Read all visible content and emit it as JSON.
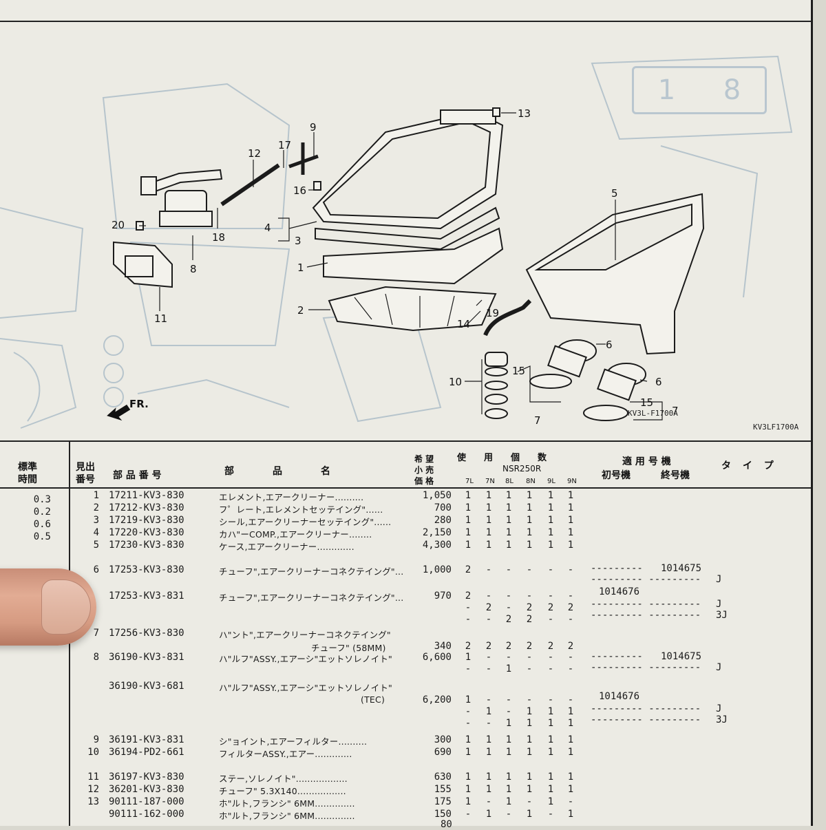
{
  "sheet": {
    "page_marks": [
      "1",
      "8"
    ]
  },
  "diagram": {
    "callouts": [
      "13",
      "9",
      "17",
      "12",
      "16",
      "4",
      "3",
      "1",
      "2",
      "5",
      "20",
      "18",
      "8",
      "11",
      "19",
      "14",
      "6",
      "10",
      "15",
      "7",
      "6",
      "15",
      "7"
    ],
    "front_label": "FR.",
    "code": "KV3L-F1700A",
    "code_margin": "KV3LF1700A"
  },
  "table": {
    "headers": {
      "std_time": "標準\n時間",
      "ref_no": "見出\n番号",
      "part_no": "部 品 番 号",
      "part_name": "部　　　　品　　　　名",
      "price_1": "希 望",
      "price_2": "小 売",
      "price_3": "価 格",
      "usage": "使　　用　　個　　数",
      "model": "NSR250R",
      "variants": [
        "7L",
        "7N",
        "8L",
        "8N",
        "9L",
        "9N"
      ],
      "applicable": "適 用 号 機",
      "first": "初号機",
      "last": "終号機",
      "type": "タ イ プ"
    },
    "labor_times": [
      "0.3",
      "0.2",
      "0.6",
      "0.5"
    ],
    "rows": [
      {
        "ref": "1",
        "pno": "17211-KV3-830",
        "name": "エレメント,エアークリーナー..........",
        "price": "1,050",
        "qty": [
          "1",
          "1",
          "1",
          "1",
          "1",
          "1"
        ]
      },
      {
        "ref": "2",
        "pno": "17212-KV3-830",
        "name": "フ゜レート,エレメントセッテイング\"......",
        "price": "700",
        "qty": [
          "1",
          "1",
          "1",
          "1",
          "1",
          "1"
        ]
      },
      {
        "ref": "3",
        "pno": "17219-KV3-830",
        "name": "シール,エアークリーナーセッテイング\"......",
        "price": "280",
        "qty": [
          "1",
          "1",
          "1",
          "1",
          "1",
          "1"
        ]
      },
      {
        "ref": "4",
        "pno": "17220-KV3-830",
        "name": "カハ\"ーCOMP.,エアークリーナー........",
        "price": "2,150",
        "qty": [
          "1",
          "1",
          "1",
          "1",
          "1",
          "1"
        ]
      },
      {
        "ref": "5",
        "pno": "17230-KV3-830",
        "name": "ケース,エアークリーナー.............",
        "price": "4,300",
        "qty": [
          "1",
          "1",
          "1",
          "1",
          "1",
          "1"
        ]
      },
      {
        "ref": "6",
        "pno": "17253-KV3-830",
        "name": "チューフ\",エアークリーナーコネクテイング\"...",
        "price": "1,000",
        "qty": [
          "2",
          "-",
          "-",
          "-",
          "-",
          "-"
        ]
      },
      {
        "ref": "",
        "pno": "17253-KV3-831",
        "name": "チューフ\",エアークリーナーコネクテイング\"...",
        "price": "970",
        "qty": [
          "2",
          "-",
          "-",
          "-",
          "-",
          "-"
        ]
      },
      {
        "ref": "7",
        "pno": "17256-KV3-830",
        "name": "ハ\"ント\",エアークリーナーコネクテイング\"",
        "name2": "チューフ\" (58MM)",
        "price": "340",
        "qty": [
          "2",
          "2",
          "2",
          "2",
          "2",
          "2"
        ]
      },
      {
        "ref": "8",
        "pno": "36190-KV3-831",
        "name": "ハ\"ルフ\"ASSY.,エアーシ\"エットソレノイト\"",
        "price": "6,600",
        "qty": [
          "1",
          "-",
          "-",
          "-",
          "-",
          "-"
        ]
      },
      {
        "ref": "",
        "pno": "36190-KV3-681",
        "name": "ハ\"ルフ\"ASSY.,エアーシ\"エットソレノイト\"",
        "name2": "(TEC)",
        "price": "6,200",
        "qty": [
          "1",
          "-",
          "-",
          "-",
          "-",
          "-"
        ]
      },
      {
        "ref": "9",
        "pno": "36191-KV3-831",
        "name": "シ\"ョイント,エアーフィルター..........",
        "price": "300",
        "qty": [
          "1",
          "1",
          "1",
          "1",
          "1",
          "1"
        ]
      },
      {
        "ref": "10",
        "pno": "36194-PD2-661",
        "name": "フィルターASSY.,エアー.............",
        "price": "690",
        "qty": [
          "1",
          "1",
          "1",
          "1",
          "1",
          "1"
        ]
      },
      {
        "ref": "11",
        "pno": "36197-KV3-830",
        "name": "ステー,ソレノイト\"..................",
        "price": "630",
        "qty": [
          "1",
          "1",
          "1",
          "1",
          "1",
          "1"
        ]
      },
      {
        "ref": "12",
        "pno": "36201-KV3-830",
        "name": "チューフ\" 5.3X140.................",
        "price": "155",
        "qty": [
          "1",
          "1",
          "1",
          "1",
          "1",
          "1"
        ]
      },
      {
        "ref": "13",
        "pno": "90111-187-000",
        "name": "ホ\"ルト,フランシ\" 6MM..............",
        "price": "175",
        "qty": [
          "1",
          "-",
          "1",
          "-",
          "1",
          "-"
        ]
      },
      {
        "ref": "",
        "pno": "90111-162-000",
        "name": "ホ\"ルト,フランシ\" 6MM..............",
        "price": "150",
        "qty": [
          "-",
          "1",
          "-",
          "1",
          "-",
          "1"
        ]
      }
    ],
    "extra_qty": {
      "r6b": [
        "-",
        "2",
        "-",
        "2",
        "2",
        "2"
      ],
      "r6c": [
        "-",
        "-",
        "2",
        "2",
        "-",
        "-"
      ],
      "r8b": [
        "-",
        "-",
        "1",
        "-",
        "-",
        "-"
      ],
      "r9b": [
        "-",
        "1",
        "-",
        "1",
        "1",
        "1"
      ],
      "r9c": [
        "-",
        "-",
        "1",
        "1",
        "1",
        "1"
      ]
    },
    "applicability": {
      "a1_first": "---------",
      "a1_last": "1014675",
      "a1_row2": "--------- ---------",
      "a1_type": "J",
      "a2_first": "1014676",
      "a2_row2": "--------- ---------",
      "a2_type1": "J",
      "a2_row3": "--------- ---------",
      "a2_type2": "3J",
      "b1_first": "---------",
      "b1_last": "1014675",
      "b1_row2": "--------- ---------",
      "b1_type": "J",
      "b2_first": "1014676",
      "b2_row2": "--------- ---------",
      "b2_type1": "J",
      "b2_row3": "--------- ---------",
      "b2_type2": "3J"
    },
    "bottom_fragment": "80"
  }
}
